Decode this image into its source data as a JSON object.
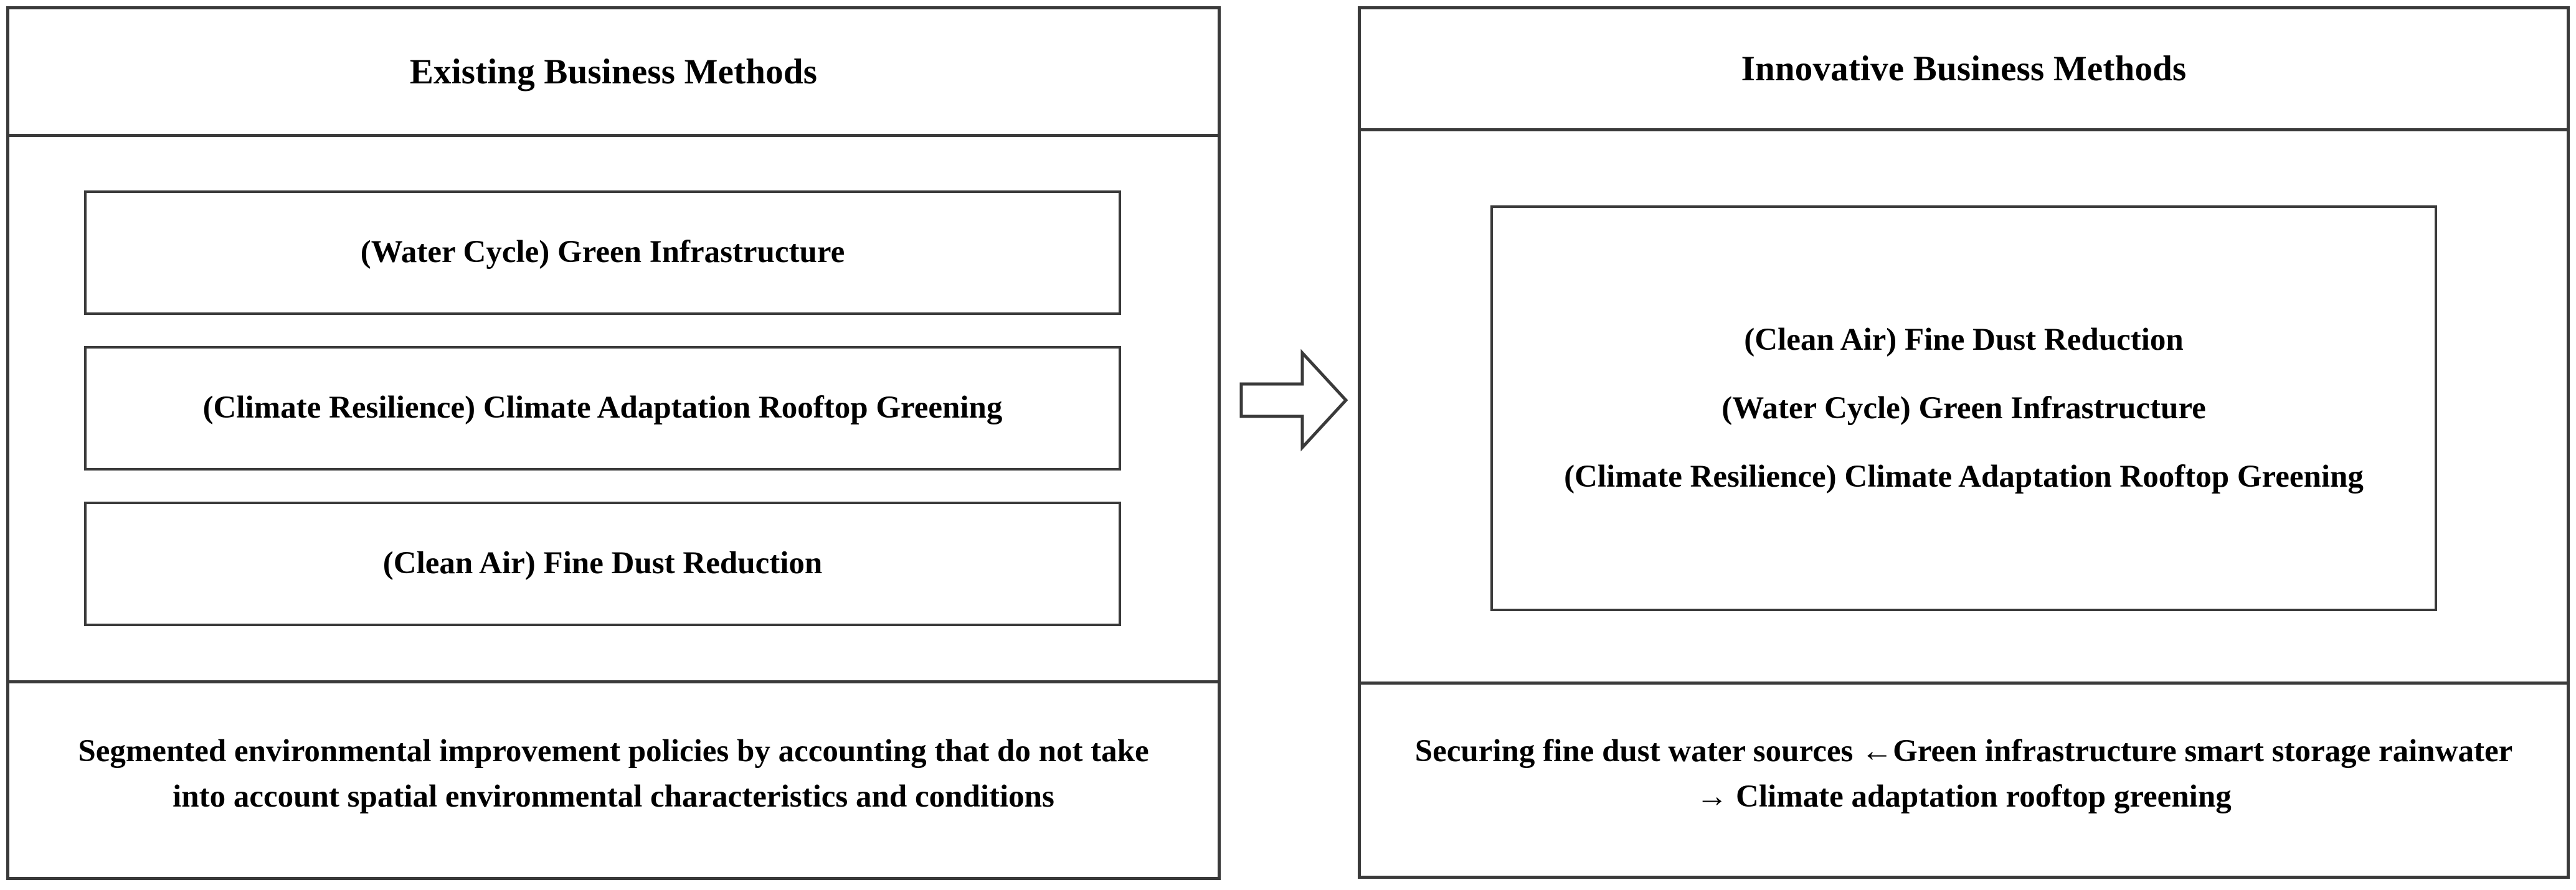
{
  "diagram": {
    "left_panel": {
      "title": "Existing Business Methods",
      "method_boxes": [
        {
          "label": "(Water Cycle) Green Infrastructure"
        },
        {
          "label": "(Climate Resilience) Climate Adaptation Rooftop Greening"
        },
        {
          "label": "(Clean Air) Fine Dust Reduction"
        }
      ],
      "footer": "Segmented environmental improvement policies by accounting that do not take into account spatial environmental characteristics and conditions"
    },
    "connector": {
      "icon": "right-block-arrow-icon",
      "direction": "right",
      "outline_color": "#3a3a3a",
      "fill_color": "#ffffff"
    },
    "right_panel": {
      "title": "Innovative Business Methods",
      "combined_box": {
        "lines": [
          "(Clean Air) Fine Dust Reduction",
          "(Water Cycle) Green Infrastructure",
          "(Climate Resilience) Climate Adaptation Rooftop Greening"
        ]
      },
      "footer": "Securing fine dust water sources ←Green infrastructure smart storage rainwater → Climate adaptation rooftop greening"
    }
  },
  "colors": {
    "border": "#3a3a3a",
    "background": "#ffffff",
    "text": "#000000"
  }
}
